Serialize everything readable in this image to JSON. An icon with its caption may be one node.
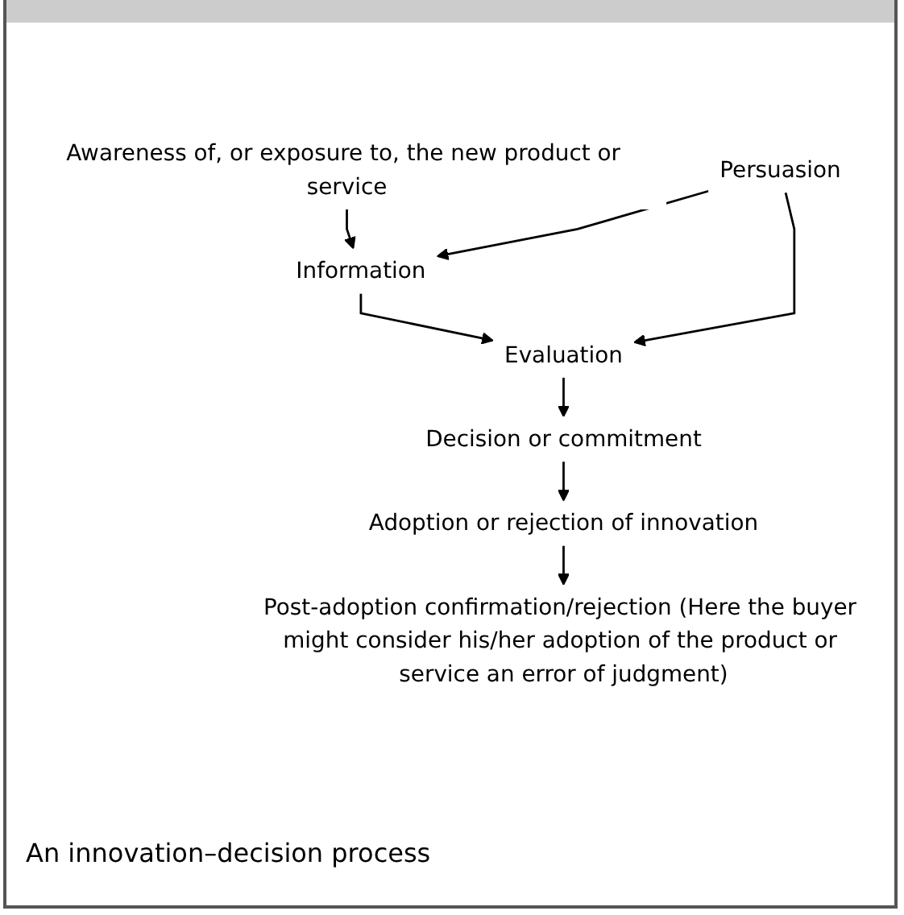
{
  "diagram": {
    "caption": "An innovation–decision process",
    "nodes": [
      {
        "text": [
          "Awareness of, or exposure to, the new product or service"
        ]
      },
      {
        "text": [
          "Information"
        ]
      },
      {
        "text": [
          "Persuasion"
        ]
      },
      {
        "text": [
          "Evaluation"
        ]
      },
      {
        "text": [
          "Decision or commitment"
        ]
      },
      {
        "text": [
          "Adoption or rejection of innovation"
        ]
      },
      {
        "text": [
          "Post-adoption confirmation/rejection (Here the buyer might consider his/her adoption of the product or service an error of judgment)"
        ]
      }
    ],
    "edges": [
      {
        "from": 0,
        "to": 1,
        "arrow": "to"
      },
      {
        "from": 2,
        "to": 1,
        "arrow": "to"
      },
      {
        "from": 1,
        "to": 3,
        "arrow": "to"
      },
      {
        "from": 2,
        "to": 3,
        "arrow": "to"
      },
      {
        "from": 3,
        "to": 4,
        "arrow": "to"
      },
      {
        "from": 4,
        "to": 5,
        "arrow": "to"
      },
      {
        "from": 5,
        "to": 6,
        "arrow": "to"
      }
    ]
  }
}
